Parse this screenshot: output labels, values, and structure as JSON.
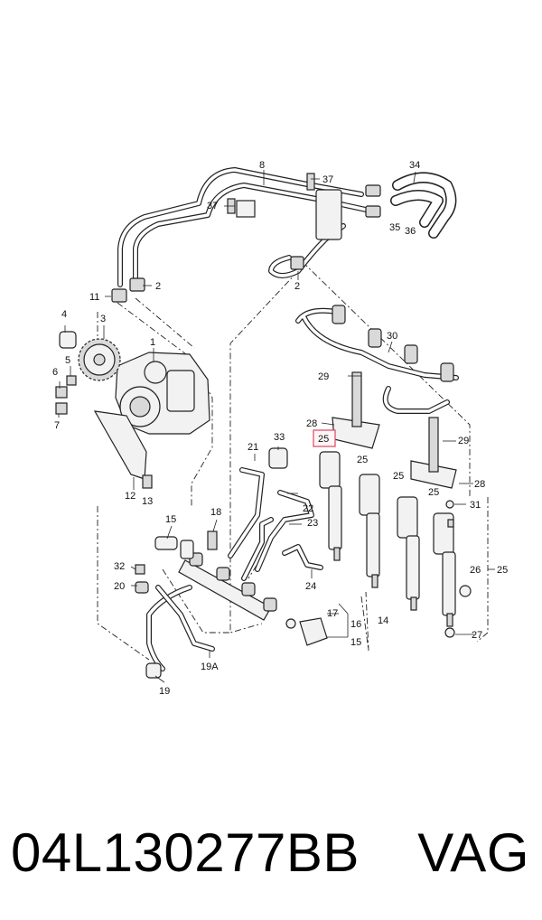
{
  "callouts": {
    "c1": "1",
    "c2a": "2",
    "c2b": "2",
    "c3": "3",
    "c4": "4",
    "c5": "5",
    "c6": "6",
    "c7": "7",
    "c8": "8",
    "c11": "11",
    "c12": "12",
    "c13": "13",
    "c14": "14",
    "c15a": "15",
    "c15b": "15",
    "c16": "16",
    "c17": "17",
    "c18": "18",
    "c19": "19",
    "c19a": "19A",
    "c20": "20",
    "c21": "21",
    "c22": "22",
    "c23": "23",
    "c24": "24",
    "c25a": "25",
    "c25b": "25",
    "c25c": "25",
    "c25d": "25",
    "c25e": "25",
    "c26": "26",
    "c27": "27",
    "c28a": "28",
    "c28b": "28",
    "c29a": "29",
    "c29b": "29",
    "c30": "30",
    "c31": "31",
    "c32": "32",
    "c33": "33",
    "c34": "34",
    "c35": "35",
    "c36": "36",
    "c37a": "37",
    "c37b": "37"
  },
  "highlight_color": "#e0506e",
  "footer": {
    "part_number": "04L130277BB",
    "brand": "VAG"
  }
}
